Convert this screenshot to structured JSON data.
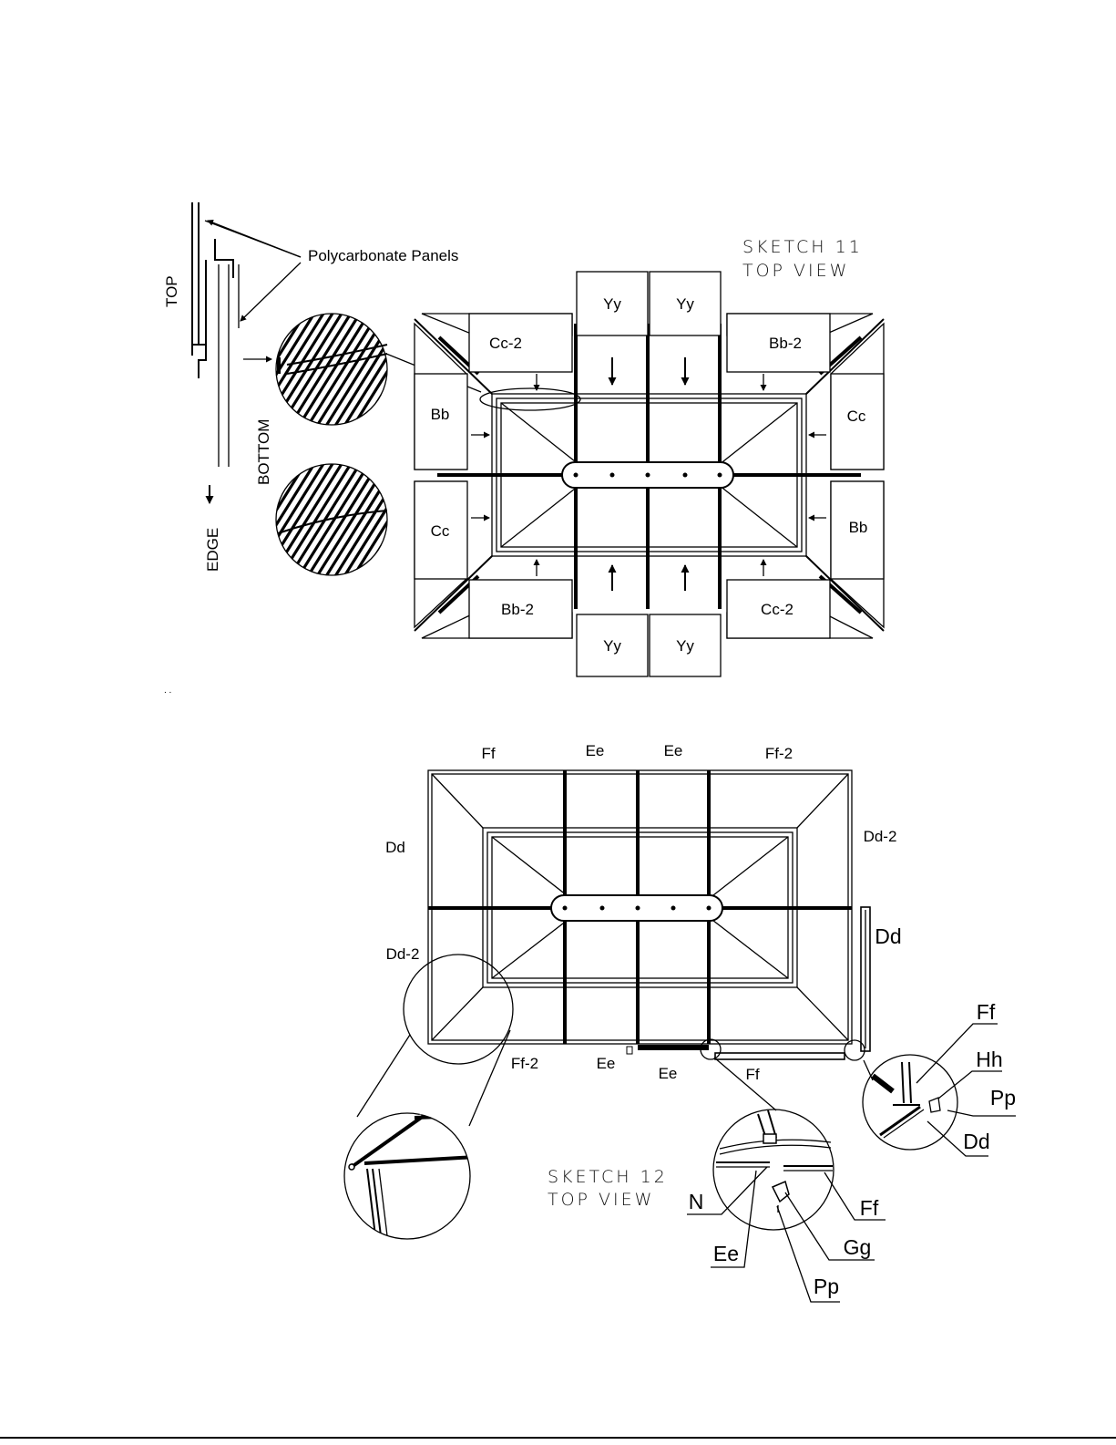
{
  "sketch11": {
    "title": "SKETCH   11",
    "subtitle": "TOP VIEW",
    "detail": {
      "panels_label": "Polycarbonate Panels",
      "top": "TOP",
      "bottom": "BOTTOM",
      "edge": "EDGE"
    },
    "panels": {
      "yy_tl": "Yy",
      "yy_tr": "Yy",
      "yy_bl": "Yy",
      "yy_br": "Yy",
      "cc2_top": "Cc-2",
      "bb2_top": "Bb-2",
      "bb_left": "Bb",
      "cc_right": "Cc",
      "cc_left": "Cc",
      "bb_right": "Bb",
      "bb2_bottom": "Bb-2",
      "cc2_bottom": "Cc-2"
    }
  },
  "sketch12": {
    "title": "SKETCH   12",
    "subtitle": "TOP VIEW",
    "edges": {
      "ff_top": "Ff",
      "ee_top1": "Ee",
      "ee_top2": "Ee",
      "ff2_top": "Ff-2",
      "dd_left": "Dd",
      "dd2_left": "Dd-2",
      "dd2_right": "Dd-2",
      "dd_side": "Dd",
      "ff2_bottom": "Ff-2",
      "ee_bottom1": "Ee",
      "ee_bottom2": "Ee",
      "ff_bottom": "Ff"
    },
    "callouts": {
      "ff_a": "Ff",
      "hh": "Hh",
      "pp_a": "Pp",
      "dd": "Dd",
      "n": "N",
      "ee": "Ee",
      "ff_b": "Ff",
      "gg": "Gg",
      "pp_b": "Pp"
    }
  }
}
